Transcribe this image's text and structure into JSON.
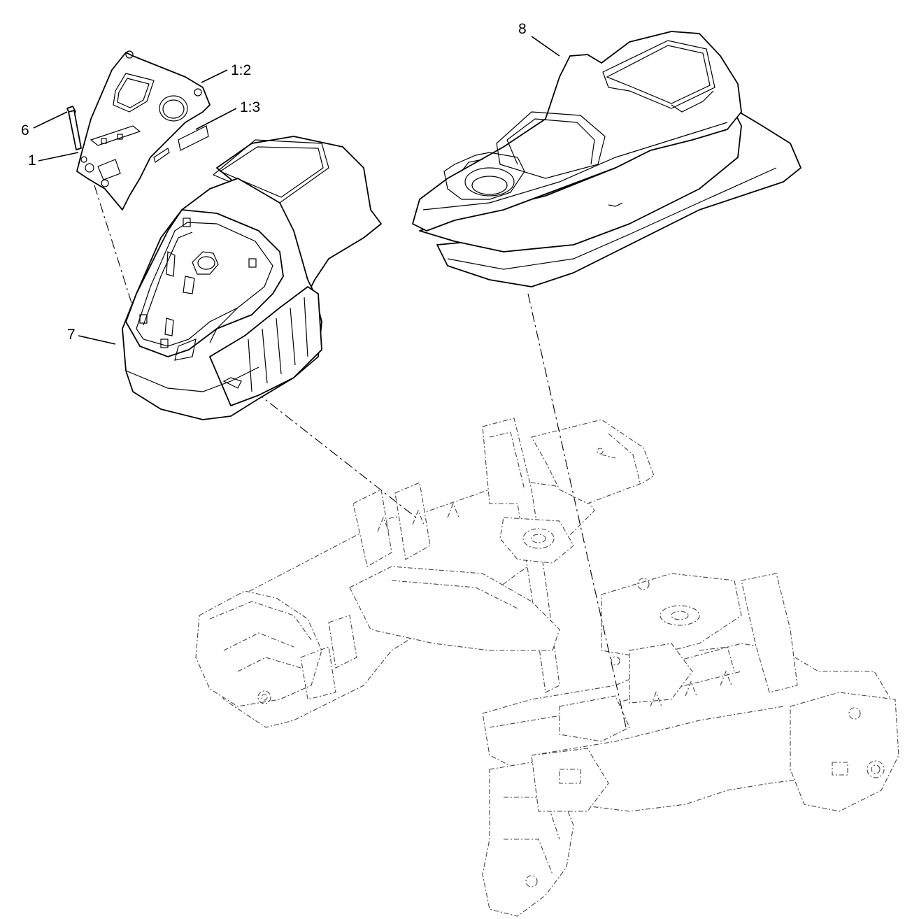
{
  "callouts": [
    {
      "id": "8",
      "text": "8"
    },
    {
      "id": "1-2",
      "text": "1:2"
    },
    {
      "id": "1-3",
      "text": "1:3"
    },
    {
      "id": "6",
      "text": "6"
    },
    {
      "id": "1",
      "text": "1"
    },
    {
      "id": "7",
      "text": "7"
    }
  ]
}
